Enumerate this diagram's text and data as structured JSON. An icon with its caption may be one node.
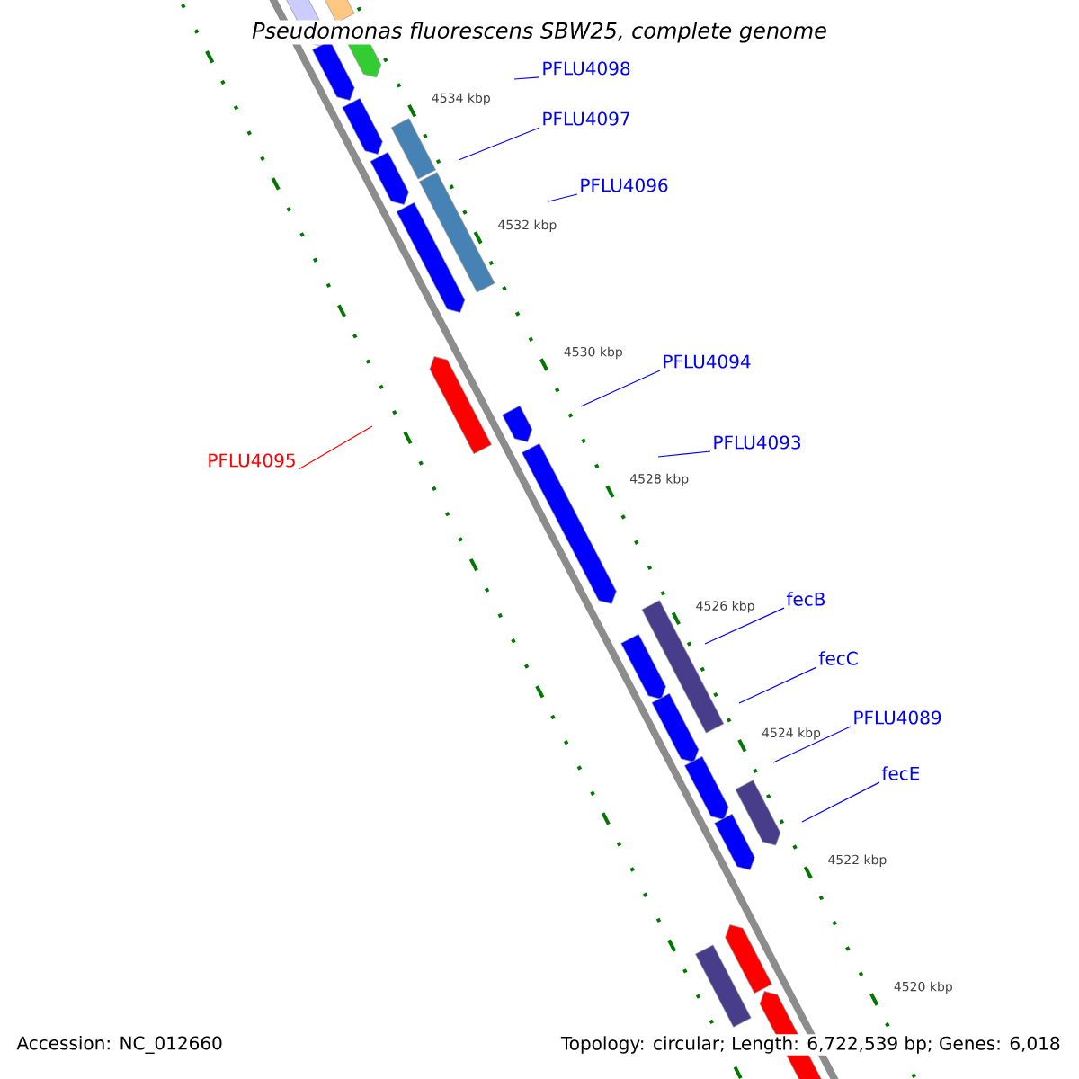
{
  "diagram": {
    "title": "*Pseudomonas fluorescens SBW25, complete genome*",
    "nodes": [
      {
        "text": [
          "PFLU4098"
        ]
      },
      {
        "text": [
          "PFLU4097"
        ]
      },
      {
        "text": [
          "PFLU4096"
        ]
      },
      {
        "text": [
          "PFLU4095"
        ]
      },
      {
        "text": [
          "PFLU4094"
        ]
      },
      {
        "text": [
          "PFLU4093"
        ]
      },
      {
        "text": [
          "fecB"
        ]
      },
      {
        "text": [
          "fecC"
        ]
      },
      {
        "text": [
          "PFLU4089"
        ]
      },
      {
        "text": [
          "fecE"
        ]
      }
    ],
    "edges": [
      {
        "from": 0,
        "to": null,
        "arrow": "none"
      },
      {
        "from": 1,
        "to": null,
        "arrow": "none"
      },
      {
        "from": 2,
        "to": null,
        "arrow": "none"
      },
      {
        "from": 3,
        "to": null,
        "arrow": "none",
        "color": "#ff0000"
      },
      {
        "from": 4,
        "to": null,
        "arrow": "none"
      },
      {
        "from": 5,
        "to": null,
        "arrow": "none"
      },
      {
        "from": 6,
        "to": null,
        "arrow": "none"
      },
      {
        "from": 7,
        "to": null,
        "arrow": "none"
      },
      {
        "from": 8,
        "to": null,
        "arrow": "none"
      },
      {
        "from": 9,
        "to": null,
        "arrow": "none"
      }
    ],
    "labels": [
      "4534 kbp",
      "4532 kbp",
      "4530 kbp",
      "4528 kbp",
      "4526 kbp",
      "4524 kbp",
      "4522 kbp",
      "4520 kbp",
      "Accession: NC_012660",
      "Topology: circular; Length: 6,722,539 bp; Genes: 6,018"
    ]
  }
}
